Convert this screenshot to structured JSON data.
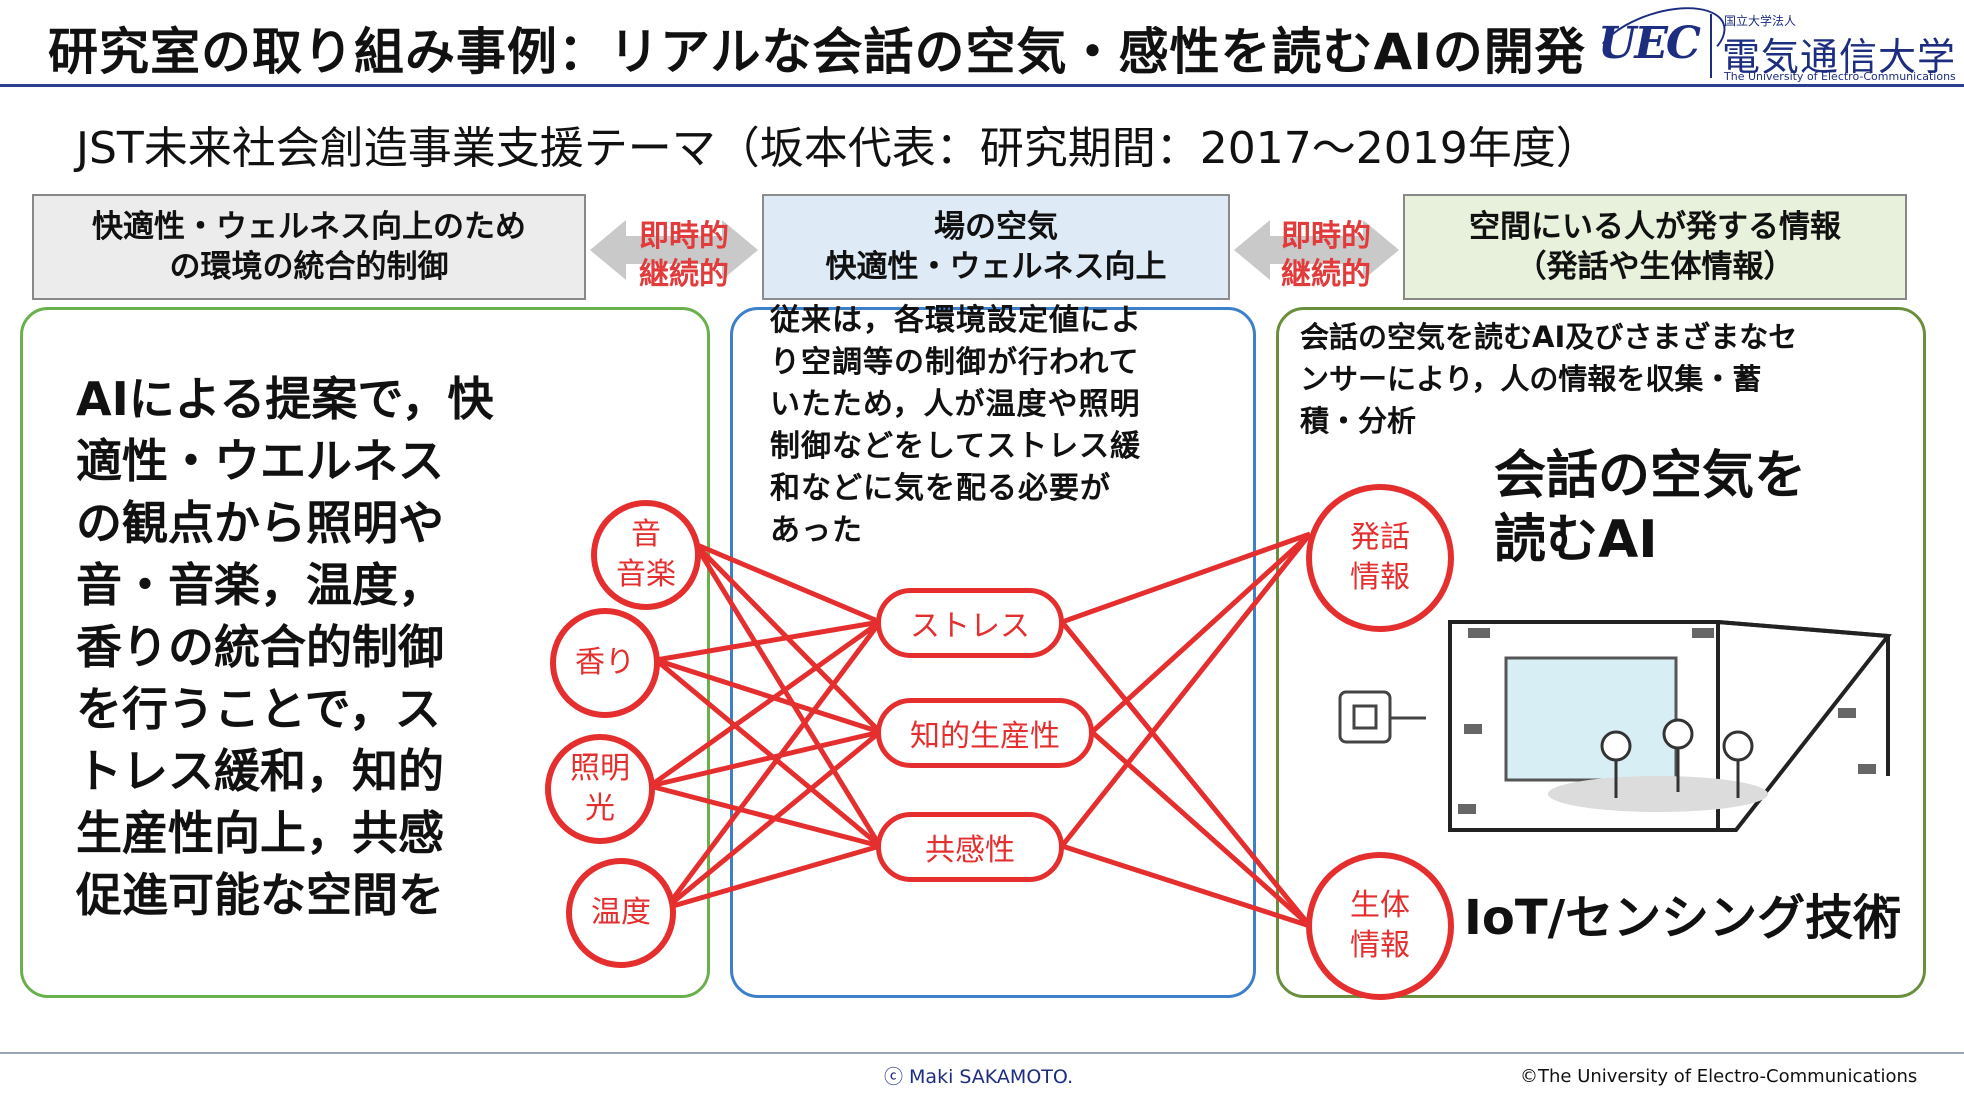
{
  "header": {
    "title": "研究室の取り組み事例：リアルな会話の空気・感性を読むAIの開発",
    "logo": {
      "mark": "UEC",
      "small": "国立大学法人",
      "name": "電気通信大学",
      "english": "The University of Electro-Communications"
    }
  },
  "subtitle": "JST未来社会創造事業支援テーマ（坂本代表：研究期間：2017〜2019年度）",
  "top_boxes": {
    "left": {
      "line1": "快適性・ウェルネス向上のため",
      "line2": "の環境の統合的制御"
    },
    "center": {
      "line1": "場の空気",
      "line2": "快適性・ウェルネス向上"
    },
    "right": {
      "line1": "空間にいる人が発する情報",
      "line2": "（発話や生体情報）"
    }
  },
  "arrows": {
    "left": {
      "line1": "即時的",
      "line2": "継続的"
    },
    "right": {
      "line1": "即時的",
      "line2": "継続的"
    }
  },
  "left_panel": {
    "lines": [
      "AIによる提案で，快",
      "適性・ウエルネス",
      "の観点から照明や",
      "音・音楽，温度，",
      "香りの統合的制御",
      "を行うことで，ス",
      "トレス緩和，知的",
      "生産性向上，共感",
      "促進可能な空間を"
    ]
  },
  "center_panel": {
    "lines": [
      "従来は，各環境設定値によ",
      "り空調等の制御が行われて",
      "いたため，人が温度や照明",
      "制御などをしてストレス緩",
      "和などに気を配る必要が",
      "あった"
    ]
  },
  "right_panel": {
    "lines": [
      "会話の空気を読むAI及びさまざまなセ",
      "ンサーにより，人の情報を収集・蓄",
      "積・分析"
    ],
    "ai_line1": "会話の空気を",
    "ai_line2": "読むAI",
    "iot": "IoT/センシング技術"
  },
  "network": {
    "left_nodes": [
      {
        "line1": "音",
        "line2": "音楽"
      },
      {
        "line1": "香り",
        "line2": ""
      },
      {
        "line1": "照明",
        "line2": "光"
      },
      {
        "line1": "温度",
        "line2": ""
      }
    ],
    "center_nodes": [
      "ストレス",
      "知的生産性",
      "共感性"
    ],
    "right_nodes": [
      {
        "line1": "発話",
        "line2": "情報"
      },
      {
        "line1": "生体",
        "line2": "情報"
      }
    ],
    "edge_color": "#e52f2f"
  },
  "footer": {
    "credit": "ⓒ Maki SAKAMOTO.",
    "copyright": "©The University of Electro-Communications"
  }
}
